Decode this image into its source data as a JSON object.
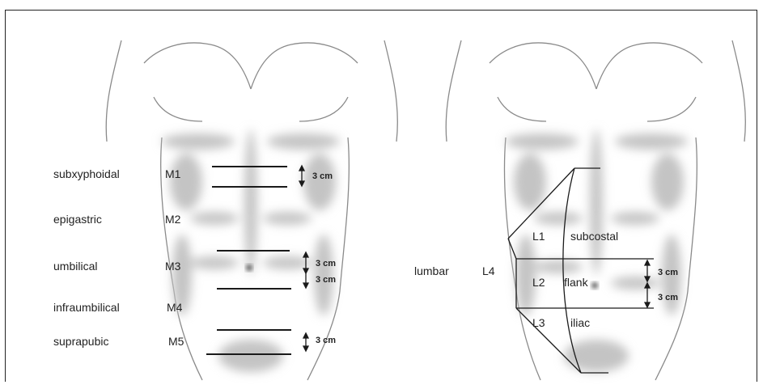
{
  "left_panel": {
    "regions": [
      {
        "name": "subxyphoidal",
        "code": "M1"
      },
      {
        "name": "epigastric",
        "code": "M2"
      },
      {
        "name": "umbilical",
        "code": "M3"
      },
      {
        "name": "infraumbilical",
        "code": "M4"
      },
      {
        "name": "suprapubic",
        "code": "M5"
      }
    ],
    "dimensions": [
      "3 cm",
      "3 cm",
      "3 cm",
      "3 cm"
    ]
  },
  "right_panel": {
    "regions": [
      {
        "code": "L1",
        "name": "subcostal"
      },
      {
        "code": "L2",
        "name": "flank"
      },
      {
        "code": "L3",
        "name": "iliac"
      }
    ],
    "lumbar_label": "lumbar",
    "lumbar_code": "L4",
    "dimensions": [
      "3 cm",
      "3 cm"
    ]
  },
  "colors": {
    "line": "#1a1a1a",
    "skin_shadow": "#bdbdbd",
    "outline": "#8a8a8a"
  }
}
